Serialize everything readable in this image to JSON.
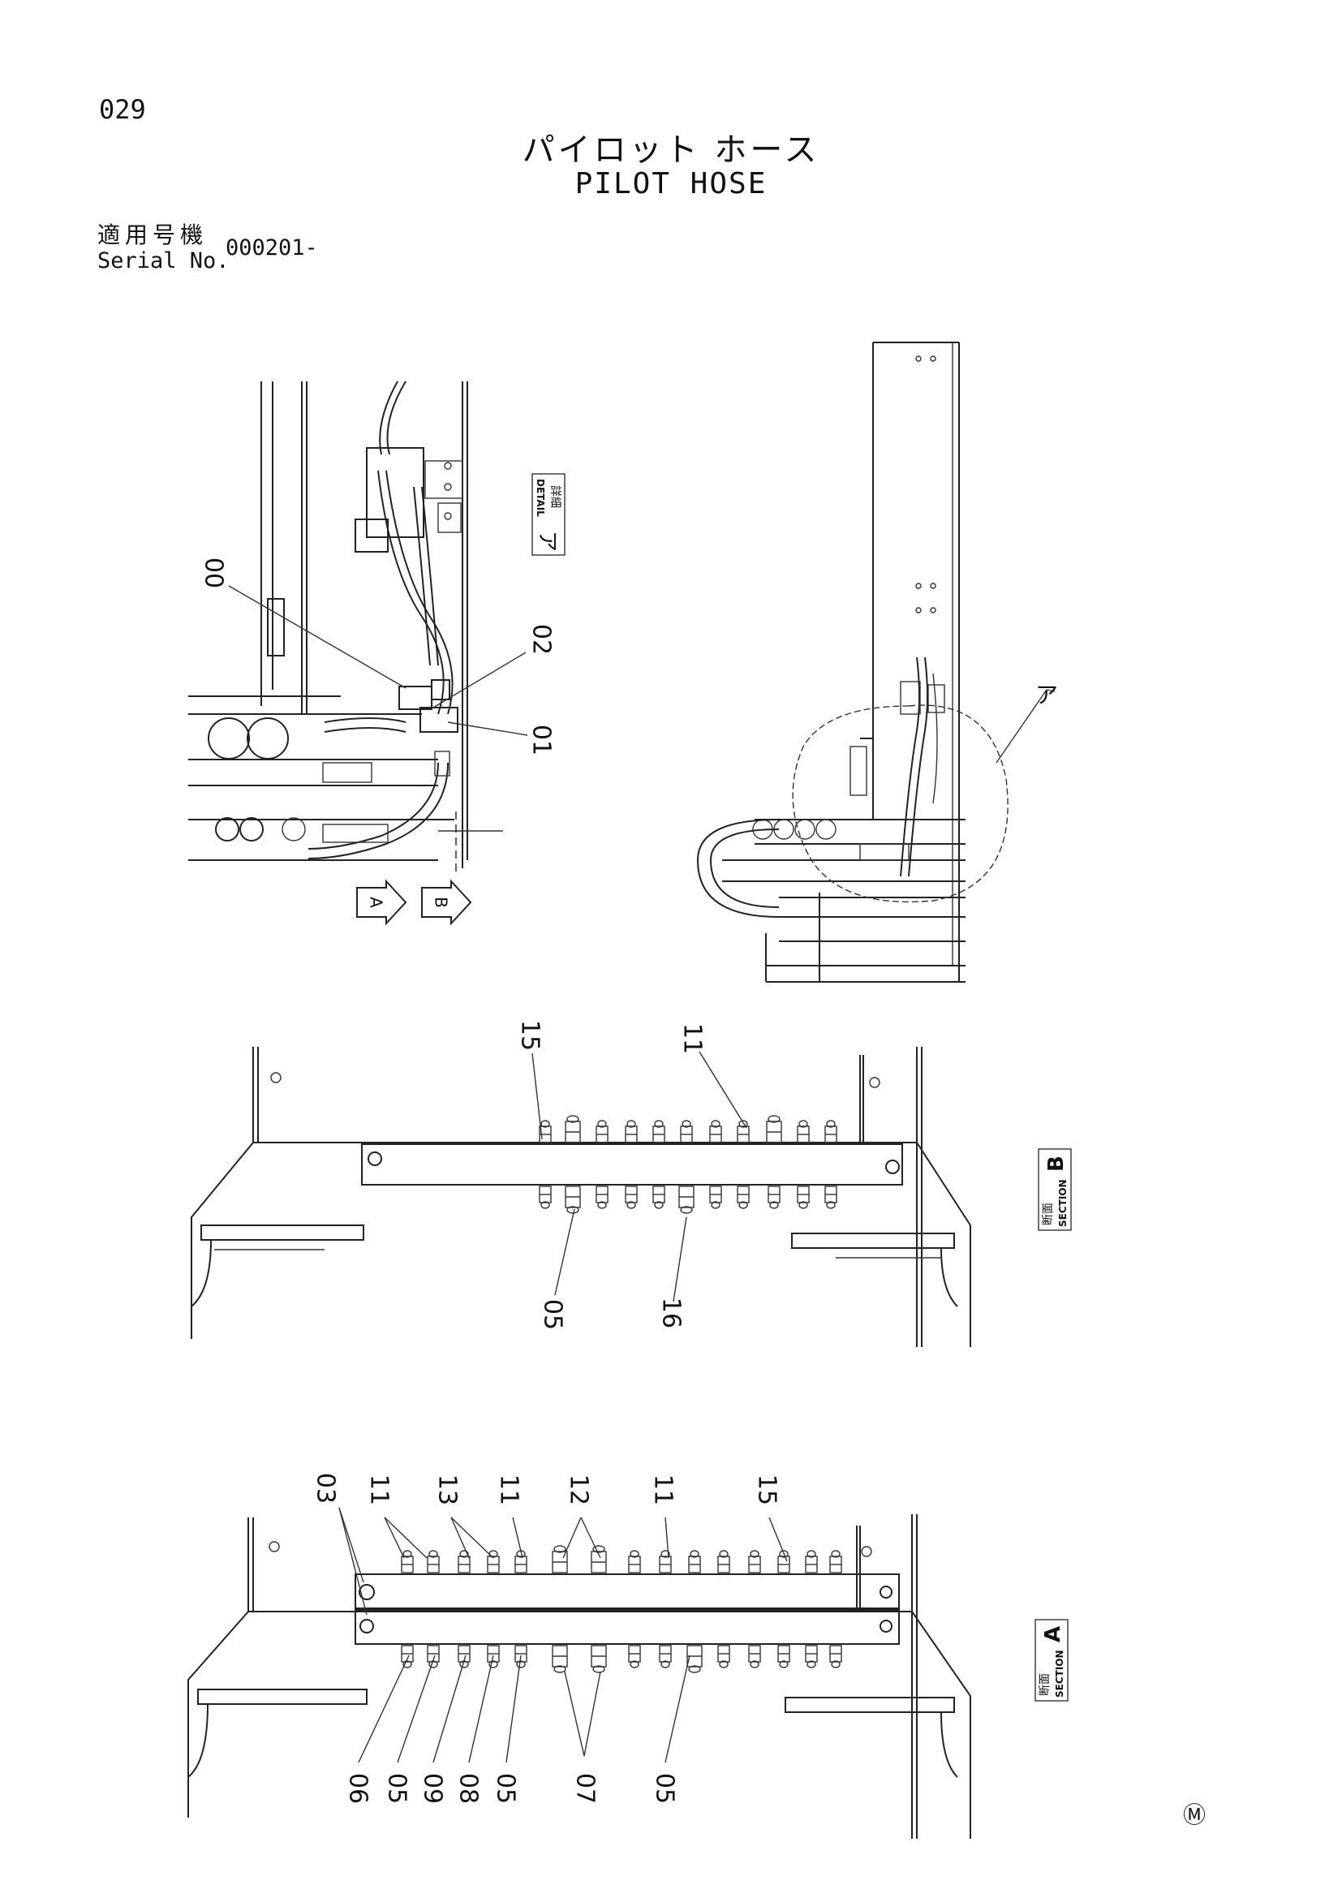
{
  "page": {
    "number": "029",
    "title_jp": "パイロット ホース",
    "title_en": "PILOT HOSE",
    "serial_label_jp": "適用号機",
    "serial_label_en": "Serial No.",
    "serial_value": "000201-",
    "mark": "Ⓜ"
  },
  "detail_view": {
    "tag_jp": "詳細",
    "tag_en": "DETAIL",
    "tag_letter": "ア",
    "callouts": [
      "00",
      "02",
      "01"
    ],
    "arrow_a": "A",
    "arrow_b": "B"
  },
  "overview": {
    "detail_ref": "ア"
  },
  "section_b": {
    "tag_jp": "断面",
    "tag_en": "SECTION",
    "tag_letter": "B",
    "callouts": [
      "15",
      "11",
      "05",
      "16"
    ]
  },
  "section_a": {
    "tag_jp": "断面",
    "tag_en": "SECTION",
    "tag_letter": "A",
    "callouts_top": [
      "03",
      "11",
      "13",
      "11",
      "12",
      "11",
      "15"
    ],
    "callouts_bottom": [
      "06",
      "05",
      "09",
      "08",
      "05",
      "07",
      "05"
    ]
  }
}
